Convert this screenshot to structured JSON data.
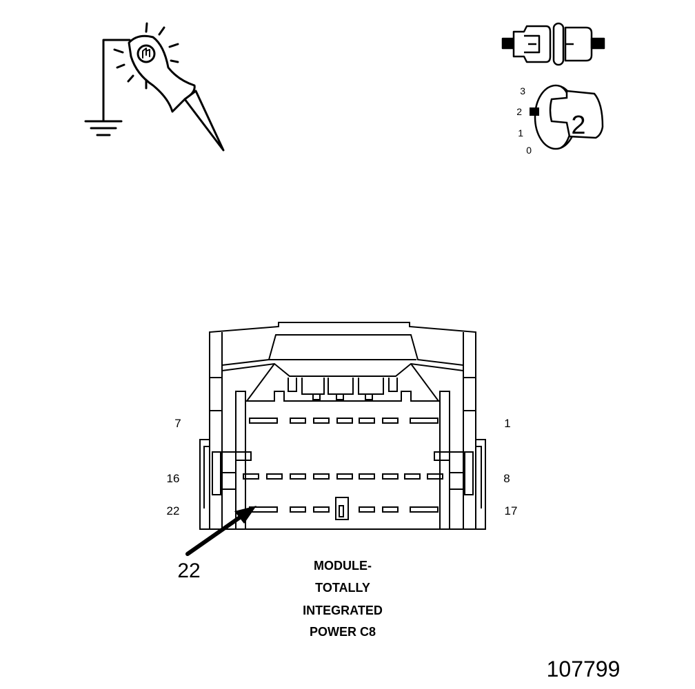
{
  "pin_labels": {
    "row1_left": "7",
    "row1_right": "1",
    "row2_left": "16",
    "row2_right": "8",
    "row3_left": "22",
    "row3_right": "17"
  },
  "callout_pin": "22",
  "caption_lines": [
    "MODULE-",
    "TOTALLY",
    "INTEGRATED",
    "POWER C8"
  ],
  "figure_number": "107799",
  "ignition": {
    "positions": [
      "3",
      "2",
      "1",
      "0"
    ],
    "key_number": "2"
  },
  "icons": {
    "test_lamp": "test-lamp-to-ground-icon",
    "connector": "disconnected-connector-icon",
    "ignition": "ignition-switch-position-icon"
  }
}
